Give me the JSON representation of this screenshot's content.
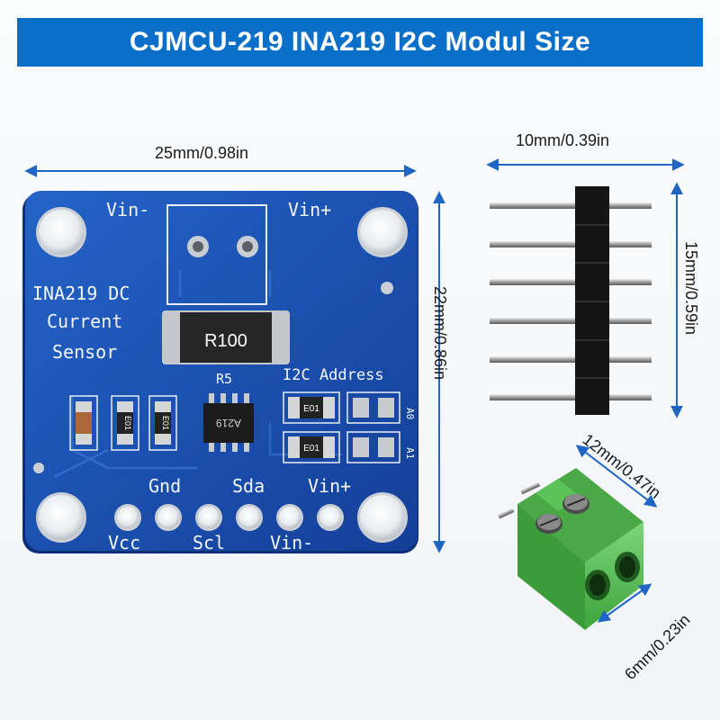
{
  "banner": {
    "title": "CJMCU-219 INA219 I2C Modul Size"
  },
  "colors": {
    "banner_bg": "#0a6fc9",
    "pcb": "#1c56b8",
    "terminal": "#5cc35a",
    "dimension_line": "#1f66c4"
  },
  "dimensions": {
    "module_width": "25mm/0.98in",
    "module_height": "22mm/0.86in",
    "header_width": "10mm/0.39in",
    "header_height": "15mm/0.59in",
    "terminal_length": "12mm/0.47in",
    "terminal_pitch": "6mm/0.23in"
  },
  "board": {
    "label_vin_minus": "Vin-",
    "label_vin_plus": "Vin+",
    "title_line1": "INA219 DC",
    "title_line2": "Current",
    "title_line3": "Sensor",
    "shunt_marking": "R100",
    "shunt_ref": "R5",
    "i2c_address": "I2C Address",
    "chip_marking": "A219",
    "smd_marking": "E01",
    "addr_a0": "A0",
    "addr_a1": "A1",
    "pins_top": [
      "Gnd",
      "Sda",
      "Vin+"
    ],
    "pins_bottom": [
      "Vcc",
      "Scl",
      "Vin-"
    ]
  }
}
